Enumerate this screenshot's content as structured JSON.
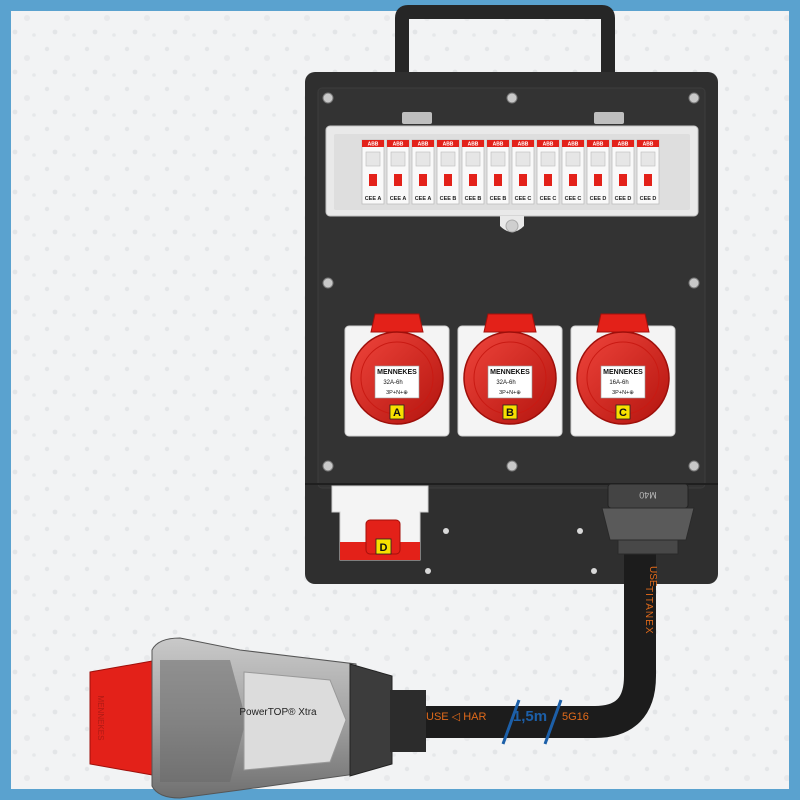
{
  "breaker_panel": {
    "brand_label": "ABB",
    "labels": [
      "CEE A",
      "CEE A",
      "CEE A",
      "CEE B",
      "CEE B",
      "CEE B",
      "CEE C",
      "CEE C",
      "CEE C",
      "CEE D",
      "CEE D",
      "CEE D"
    ]
  },
  "sockets": [
    {
      "brand": "MENNEKES",
      "rating": "32A-6h",
      "spec": "3P+N+⊕",
      "letter": "A"
    },
    {
      "brand": "MENNEKES",
      "rating": "32A-6h",
      "spec": "3P+N+⊕",
      "letter": "B"
    },
    {
      "brand": "MENNEKES",
      "rating": "16A-6h",
      "spec": "3P+N+⊕",
      "letter": "C"
    }
  ],
  "side_socket": {
    "letter": "D"
  },
  "gland": {
    "label": "M40"
  },
  "cable": {
    "vertical_print_use": "USE",
    "vertical_print_brand": "TITANEX",
    "horizontal_print_left": "USE ◁ HAR",
    "length": "1,5m",
    "horizontal_print_right": "5G16"
  },
  "plug": {
    "brand": "MENNEKES",
    "model": "PowerTOP® Xtra"
  },
  "colors": {
    "border": "#5aa2cf",
    "box": "#2f2f2f",
    "socket_red": "#e32119",
    "cable": "#1c1c1c",
    "plug_gray": "#8c8c8c",
    "length_blue": "#1c5fa8"
  }
}
